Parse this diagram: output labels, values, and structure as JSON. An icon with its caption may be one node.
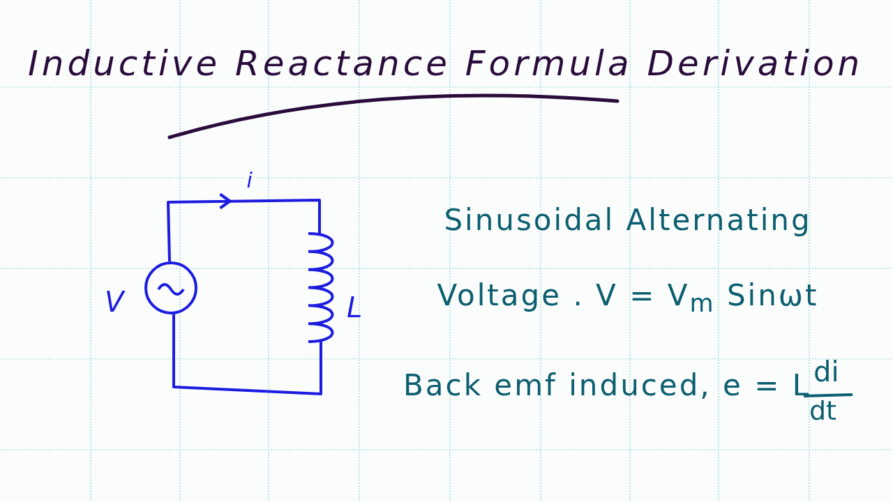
{
  "diagram": {
    "title": "Inductive Reactance Formula Derivation",
    "nodes": [
      {
        "text": [],
        "shape": "circle",
        "beside": [
          "V"
        ]
      },
      {
        "text": [],
        "shape": "coil",
        "beside": [
          "L"
        ]
      }
    ],
    "edges": [
      {
        "from": 0,
        "to": 1,
        "arrow": "to",
        "label": "i"
      },
      {
        "from": 1,
        "to": 0,
        "arrow": "none"
      }
    ],
    "labels": [
      "Sinusoidal Alternating Voltage . V = V$_{m}$ Sinωt",
      "Back emf induced, e = L",
      "di",
      "dt"
    ]
  }
}
